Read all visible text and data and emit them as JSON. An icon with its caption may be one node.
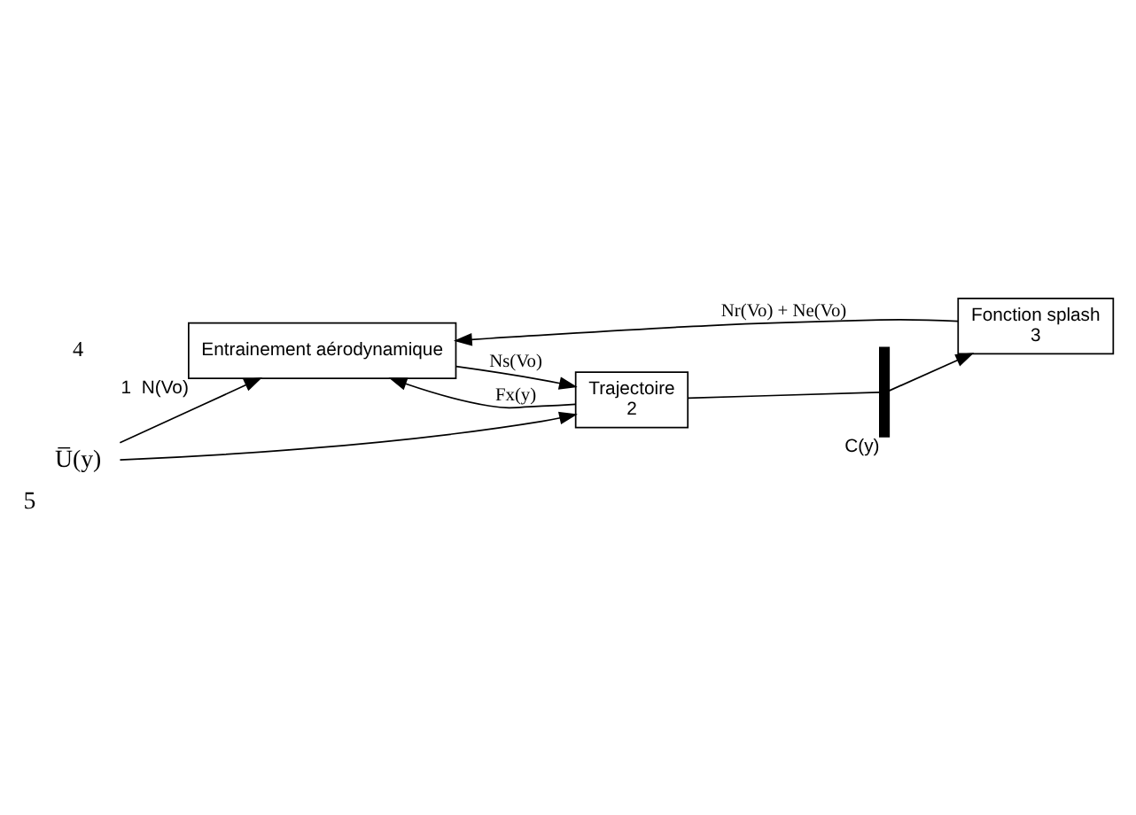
{
  "diagram": {
    "nodes": [
      {
        "text": [
          "U̅(y)"
        ],
        "beside": [
          "5"
        ]
      },
      {
        "text": [
          "Entrainement aérodynamique"
        ],
        "beside": [
          "1",
          "N(Vo)"
        ]
      },
      {
        "text": [
          "Trajectoire",
          "2"
        ]
      },
      {
        "text": [],
        "shape": "bar",
        "beside": [
          "C(y)"
        ]
      },
      {
        "text": [
          "Fonction splash",
          "3"
        ]
      }
    ],
    "edges": [
      {
        "from": 0,
        "to": 1,
        "arrow": "to"
      },
      {
        "from": 0,
        "to": 2,
        "arrow": "to"
      },
      {
        "from": 2,
        "to": 1,
        "arrow": "to",
        "label": "Fx(y)"
      },
      {
        "from": 1,
        "to": 2,
        "arrow": "to",
        "label": "Ns(Vo)"
      },
      {
        "from": 2,
        "to": 3,
        "arrow": "none"
      },
      {
        "from": 3,
        "to": 4,
        "arrow": "to"
      },
      {
        "from": 4,
        "to": 1,
        "arrow": "to",
        "label": "Nr(Vo) + Ne(Vo)"
      }
    ],
    "labels": [
      "4"
    ]
  }
}
